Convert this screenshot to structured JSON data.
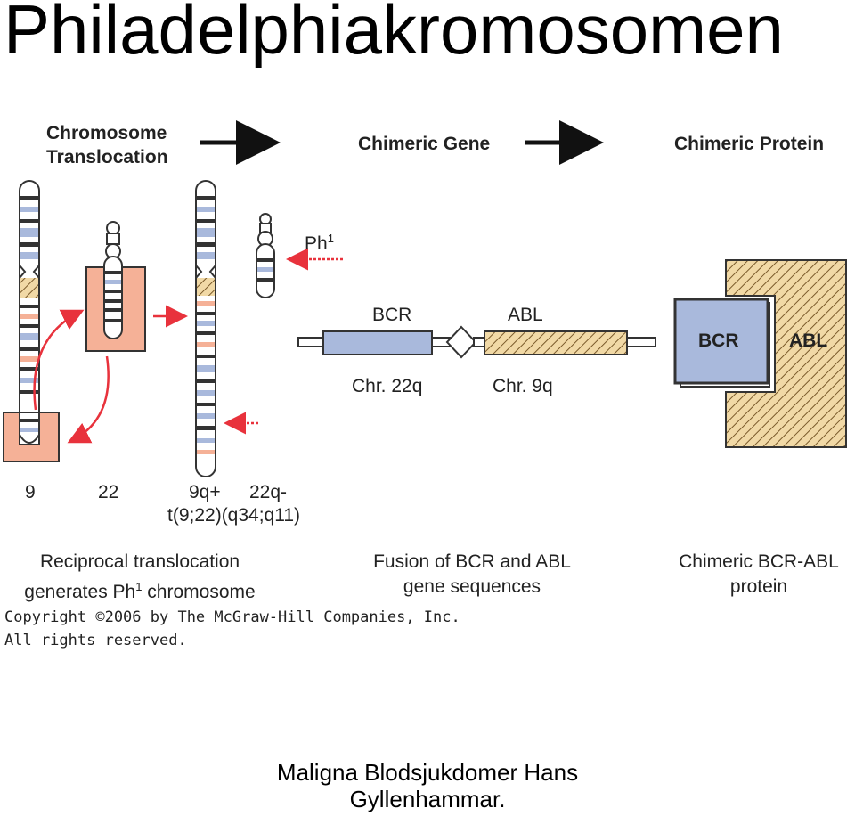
{
  "title": "Philadelphiakromosomen",
  "headers": {
    "col1_line1": "Chromosome",
    "col1_line2": "Translocation",
    "col2": "Chimeric Gene",
    "col3": "Chimeric Protein"
  },
  "labels": {
    "ph1": "Ph",
    "ph1_sup": "1",
    "bcr_gene": "BCR",
    "abl_gene": "ABL",
    "chr22q": "Chr. 22q",
    "chr9q": "Chr. 9q",
    "bcr_protein": "BCR",
    "abl_protein": "ABL",
    "chrom_9": "9",
    "chrom_22": "22",
    "chrom_9q": "9q+",
    "chrom_22q": "22q-",
    "translocation": "t(9;22)(q34;q11)"
  },
  "captions": {
    "col1_line1": "Reciprocal translocation",
    "col1_line2a": "generates Ph",
    "col1_sup": "1",
    "col1_line2b": " chromosome",
    "col2_line1": "Fusion of BCR and ABL",
    "col2_line2": "gene sequences",
    "col3_line1": "Chimeric BCR-ABL",
    "col3_line2": "protein"
  },
  "copyright": {
    "line1": "Copyright ©2006 by The McGraw-Hill Companies, Inc.",
    "line2": "All rights reserved."
  },
  "footer": {
    "line1": "Maligna Blodsjukdomer  Hans",
    "line2": "Gyllenhammar."
  },
  "colors": {
    "bcr_blue": "#a9b9dc",
    "abl_tan": "#f1d9a6",
    "salmon": "#f5b197",
    "arrow_red": "#e8323c"
  }
}
